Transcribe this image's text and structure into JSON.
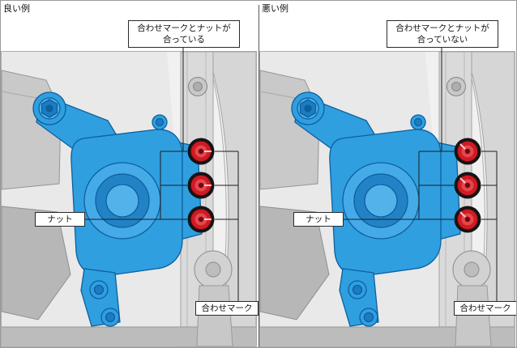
{
  "panels": [
    {
      "title": "良い例",
      "callout_line1": "合わせマークとナットが",
      "callout_line2": "合っている",
      "nut_label": "ナット",
      "mark_label": "合わせマーク"
    },
    {
      "title": "悪い例",
      "callout_line1": "合わせマークとナットが",
      "callout_line2": "合っていない",
      "nut_label": "ナット",
      "mark_label": "合わせマーク"
    }
  ],
  "colors": {
    "highlight_blue": "#2f9fe0",
    "nut_red": "#cf1a24",
    "leader_black": "#1c1c1c",
    "background_gray": "#f1f1f1"
  }
}
